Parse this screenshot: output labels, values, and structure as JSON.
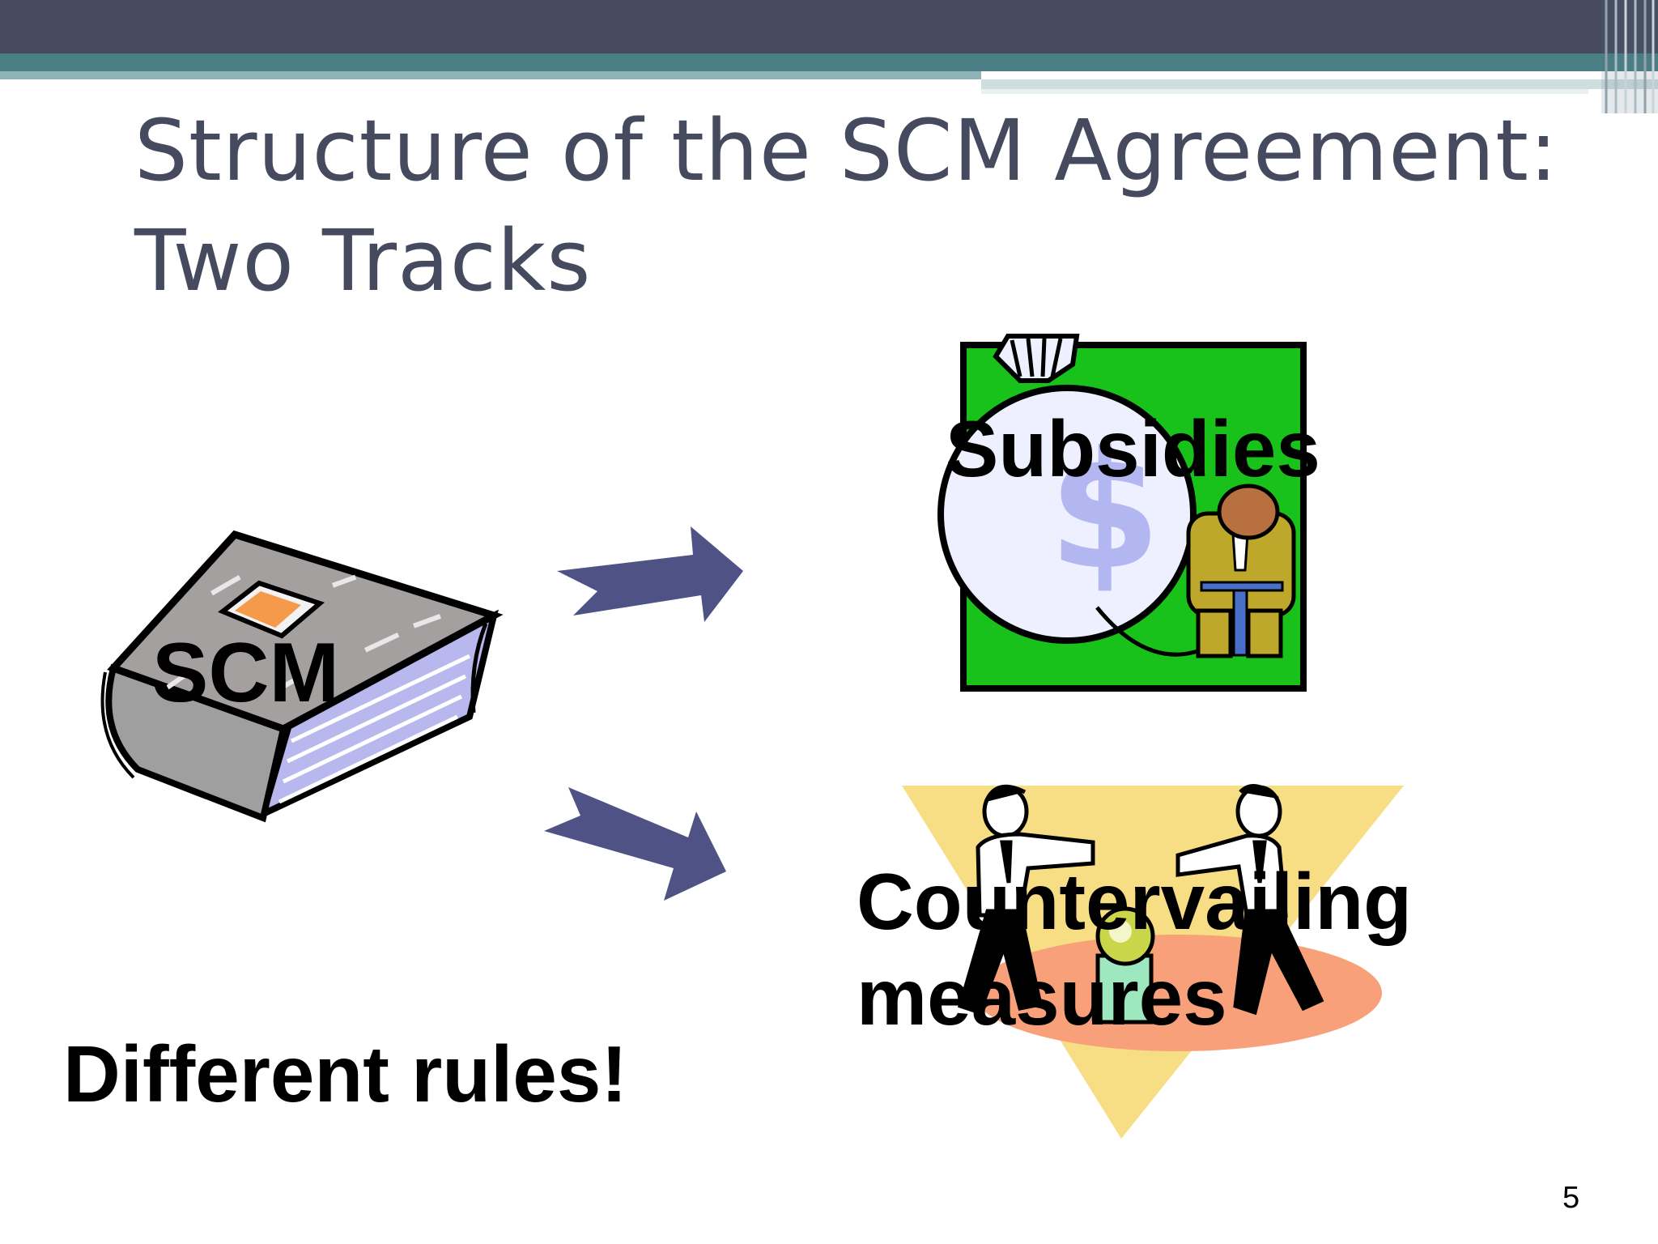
{
  "slide": {
    "title_line1": "Structure of the SCM Agreement:",
    "title_line2": "Two Tracks",
    "book_label": "SCM",
    "subsidies_label": "Subsidies",
    "countervailing_line1": "Countervailing",
    "countervailing_line2": "measures",
    "footer_text": "Different rules!",
    "page_number": "5"
  },
  "colors": {
    "header_dark": "#464a5e",
    "header_teal": "#4a7f86",
    "arrow": "#4e5285",
    "subsidies_bg": "#18c21a",
    "triangle": "#f7de84",
    "ellipse": "#f7a07a"
  },
  "icons": [
    "book-icon",
    "money-bag-icon",
    "pump-man-icon",
    "arrow-icon",
    "businessmen-icon"
  ]
}
